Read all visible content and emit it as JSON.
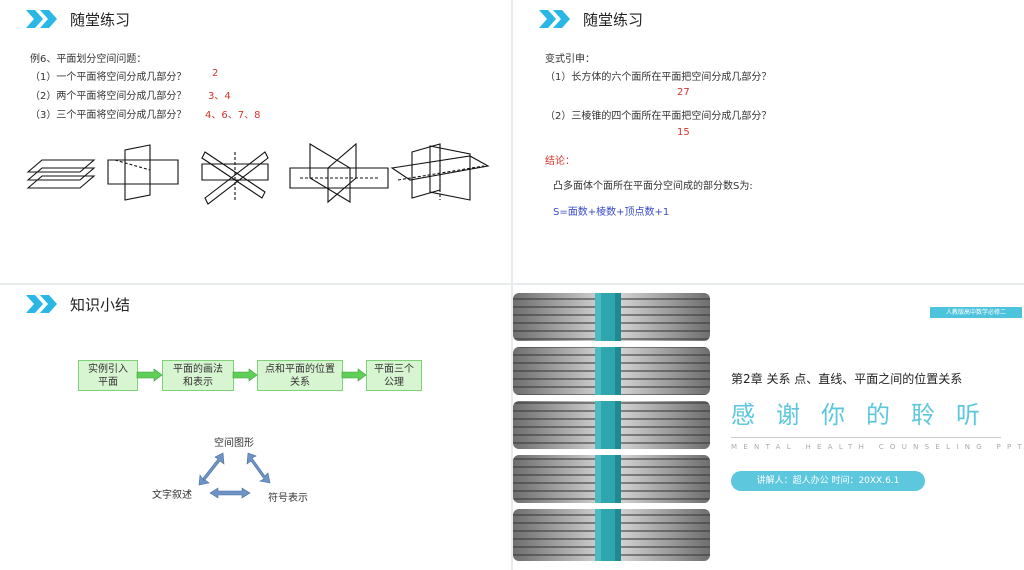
{
  "slide1": {
    "title": "随堂练习",
    "heading": "例6、平面划分空间问题：",
    "questions": [
      {
        "text": "（1）一个平面将空间分成几部分？",
        "answer": "2"
      },
      {
        "text": "（2）两个平面将空间分成几部分？",
        "answer": "3、4"
      },
      {
        "text": "（3）三个平面将空间分成几部分？",
        "answer": "4、6、7、8"
      }
    ]
  },
  "slide2": {
    "title": "随堂练习",
    "heading": "变式引申：",
    "q1": "（1）长方体的六个面所在平面把空间分成几部分？",
    "a1": "27",
    "q2": "（2）三棱锥的四个面所在平面把空间分成几部分？",
    "a2": "15",
    "conclusion_label": "结论：",
    "conclusion_text": "凸多面体个面所在平面分空间成的部分数S为:",
    "formula": "S=面数+棱数+顶点数+1"
  },
  "slide3": {
    "title": "知识小结",
    "flow": [
      "实例引入\n平面",
      "平面的画法\n和表示",
      "点和平面的位置\n关系",
      "平面三个\n公理"
    ],
    "triangle": {
      "top": "空间图形",
      "left": "文字叙述",
      "right": "符号表示"
    }
  },
  "slide4": {
    "badge": "人教版高中数学必修二",
    "chapter": "第2章 关系 点、直线、平面之间的位置关系",
    "thanks": "感谢你的聆听",
    "english": "MENTAL HEALTH COUNSELING PPT",
    "presenter": "讲解人：超人办公  时间：20XX.6.1"
  },
  "colors": {
    "accent": "#5cc7dd",
    "answer": "#d2352b",
    "formula": "#3a49c9",
    "flow_box": "#d8f5d2"
  }
}
